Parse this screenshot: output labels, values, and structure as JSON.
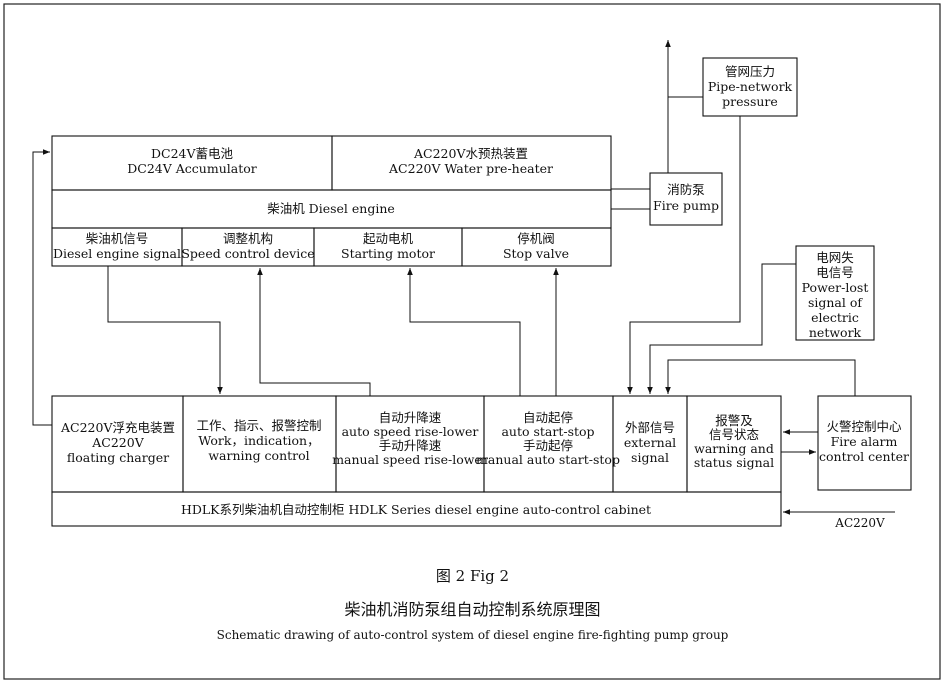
{
  "blocks": {
    "accumulator": [
      "DC24V蓄电池",
      "DC24V Accumulator"
    ],
    "preheater": [
      "AC220V水预热装置",
      "AC220V Water pre-heater"
    ],
    "diesel_engine": [
      "柴油机  Diesel engine"
    ],
    "engine_signal": [
      "柴油机信号",
      "Diesel engine signal"
    ],
    "speed_device": [
      "调整机构",
      "Speed control device"
    ],
    "starting_motor": [
      "起动电机",
      "Starting motor"
    ],
    "stop_valve": [
      "停机阀",
      "Stop valve"
    ],
    "fire_pump": [
      "消防泵",
      "Fire pump"
    ],
    "pipe_pressure": [
      "管网压力",
      "Pipe-network",
      "pressure"
    ],
    "power_lost": [
      "电网失",
      "电信号",
      "Power-lost",
      "signal of",
      "electric",
      "network"
    ],
    "floating_charger": [
      "AC220V浮充电装置",
      "AC220V",
      "floating charger"
    ],
    "work_indication": [
      "工作、指示、报警控制",
      "Work，indication，",
      "warning control"
    ],
    "speed_rise": [
      "自动升降速",
      "auto speed rise-lower",
      "手动升降速",
      "manual speed rise-lower"
    ],
    "auto_start": [
      "自动起停",
      "auto start-stop",
      "手动起停",
      "manual auto start-stop"
    ],
    "external_signal": [
      "外部信号",
      "external",
      "signal"
    ],
    "alarm_status": [
      "报警及",
      "信号状态",
      "warning and",
      "status signal"
    ],
    "fire_alarm_center": [
      "火警控制中心",
      "Fire alarm",
      "control center"
    ],
    "cabinet": [
      "HDLK系列柴油机自动控制柜 HDLK Series diesel engine auto-control cabinet"
    ],
    "ac220v_input": [
      "AC220V"
    ]
  },
  "caption": {
    "figure_number": "图 2  Fig 2",
    "title_cn": "柴油机消防泵组自动控制系统原理图",
    "title_en": "Schematic drawing of auto-control system of diesel engine fire-fighting pump group"
  }
}
